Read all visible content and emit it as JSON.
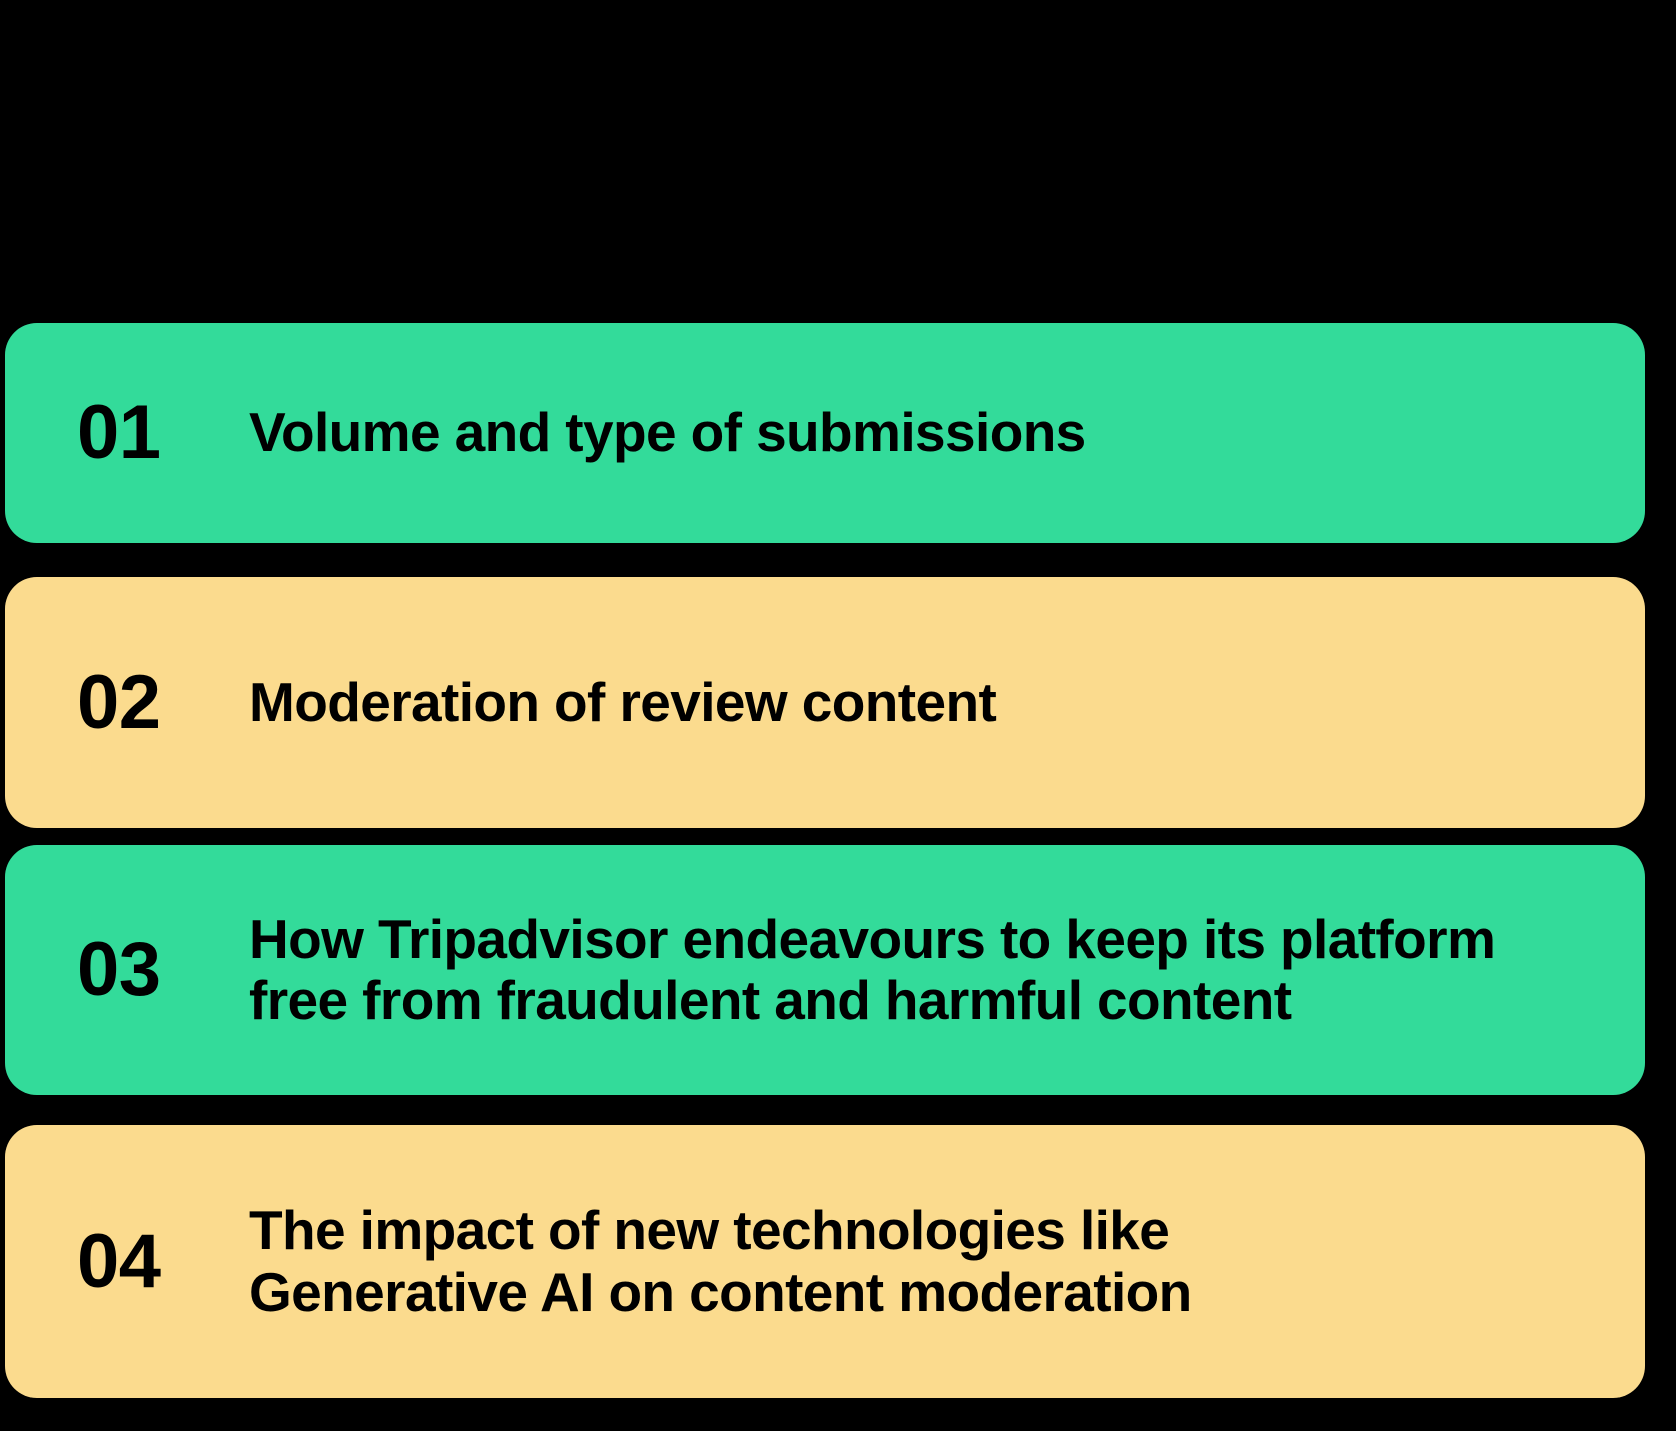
{
  "background_color": "#000000",
  "palette": {
    "green": "#33DB9A",
    "yellow": "#FBDB8E",
    "text": "#000000"
  },
  "agenda": {
    "items": [
      {
        "number": "01",
        "title": "Volume and type of submissions",
        "color": "#33DB9A",
        "color_name": "green"
      },
      {
        "number": "02",
        "title": "Moderation of review content",
        "color": "#FBDB8E",
        "color_name": "yellow"
      },
      {
        "number": "03",
        "title": "How Tripadvisor endeavours to keep its platform\nfree from fraudulent and harmful content",
        "color": "#33DB9A",
        "color_name": "green"
      },
      {
        "number": "04",
        "title": "The impact of new technologies like\nGenerative AI on content moderation",
        "color": "#FBDB8E",
        "color_name": "yellow"
      }
    ]
  }
}
